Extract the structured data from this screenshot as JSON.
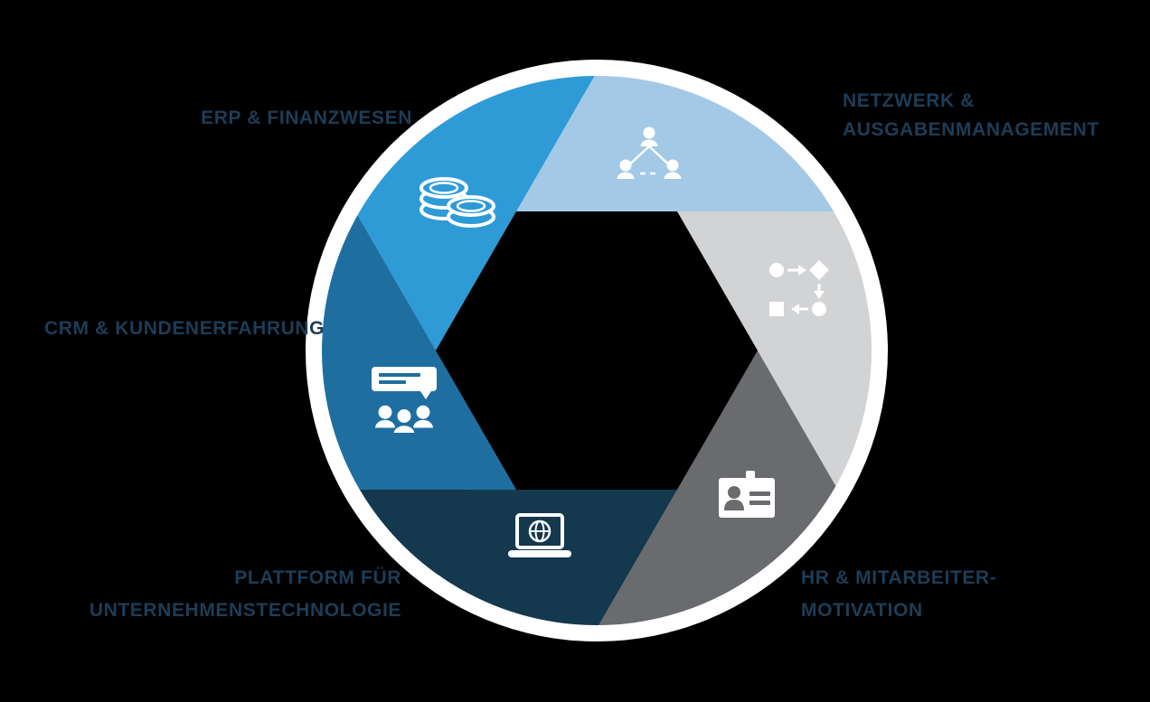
{
  "background": "#000000",
  "diagram": {
    "ring_color": "#ffffff",
    "label_color": "#1d3d56",
    "segments": [
      {
        "id": "erp",
        "label": "ERP & FINANZWESEN",
        "color": "#2e9bd6",
        "icon": "coins-icon"
      },
      {
        "id": "network",
        "label": "NETZWERK &\nAUSGABENMANAGEMENT",
        "color": "#a3c9e6",
        "icon": "network-people-icon"
      },
      {
        "id": "process",
        "label": "",
        "color": "#d2d3d5",
        "icon": "workflow-icon"
      },
      {
        "id": "hr",
        "label": "HR & MITARBEITER-\nMOTIVATION",
        "color": "#6a6b6e",
        "icon": "id-badge-icon"
      },
      {
        "id": "platform",
        "label": "PLATTFORM FÜR\nUNTERNEHMENSTECHNOLOGIE",
        "color": "#14384e",
        "icon": "laptop-globe-icon"
      },
      {
        "id": "crm",
        "label": "CRM & KUNDENERFAHRUNG",
        "color": "#1e6fa0",
        "icon": "crm-people-icon"
      }
    ]
  }
}
